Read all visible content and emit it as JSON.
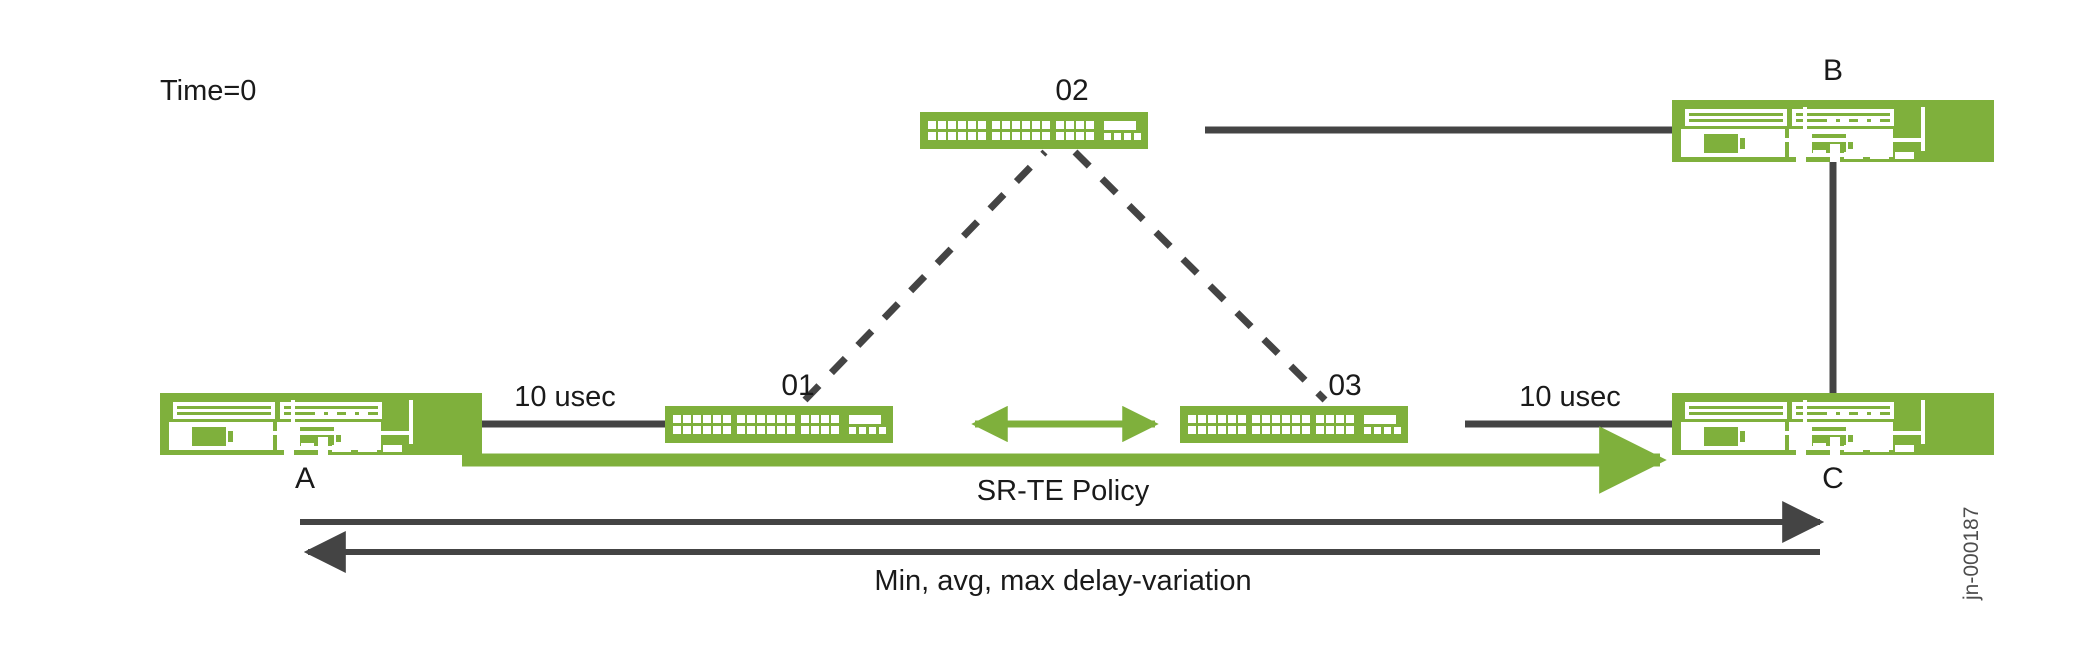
{
  "diagram": {
    "title_note": "Time=0",
    "watermark": "jn-000187",
    "colors": {
      "device_green": "#7fb03c",
      "link_gray": "#444444",
      "text_black": "#1a1a1a",
      "background": "#ffffff"
    },
    "nodes": [
      {
        "id": "A",
        "label": "A",
        "type": "router",
        "label_position": "below"
      },
      {
        "id": "B",
        "label": "B",
        "type": "router",
        "label_position": "above"
      },
      {
        "id": "C",
        "label": "C",
        "type": "router",
        "label_position": "below"
      },
      {
        "id": "01",
        "label": "01",
        "type": "switch",
        "label_position": "above"
      },
      {
        "id": "02",
        "label": "02",
        "type": "switch",
        "label_position": "above"
      },
      {
        "id": "03",
        "label": "03",
        "type": "switch",
        "label_position": "above"
      }
    ],
    "links": [
      {
        "from": "A",
        "to": "01",
        "style": "solid",
        "color": "gray",
        "label": "10 usec"
      },
      {
        "from": "03",
        "to": "C",
        "style": "solid",
        "color": "gray",
        "label": "10 usec"
      },
      {
        "from": "02",
        "to": "B",
        "style": "solid",
        "color": "gray",
        "label": ""
      },
      {
        "from": "B",
        "to": "C",
        "style": "solid",
        "color": "gray",
        "label": ""
      },
      {
        "from": "01",
        "to": "02",
        "style": "dashed",
        "color": "gray",
        "label": ""
      },
      {
        "from": "02",
        "to": "03",
        "style": "dashed",
        "color": "gray",
        "label": ""
      },
      {
        "from": "01",
        "to": "03",
        "style": "solid",
        "color": "green",
        "label": "",
        "arrows": "both"
      }
    ],
    "annotations": [
      {
        "id": "sr-te-policy",
        "text": "SR-TE Policy",
        "color": "green",
        "arrow": "right"
      },
      {
        "id": "delay-variation",
        "text": "Min, avg, max delay-variation",
        "color": "gray",
        "arrow": "both"
      }
    ],
    "link_labels": {
      "left_latency": "10 usec",
      "right_latency": "10 usec"
    }
  }
}
